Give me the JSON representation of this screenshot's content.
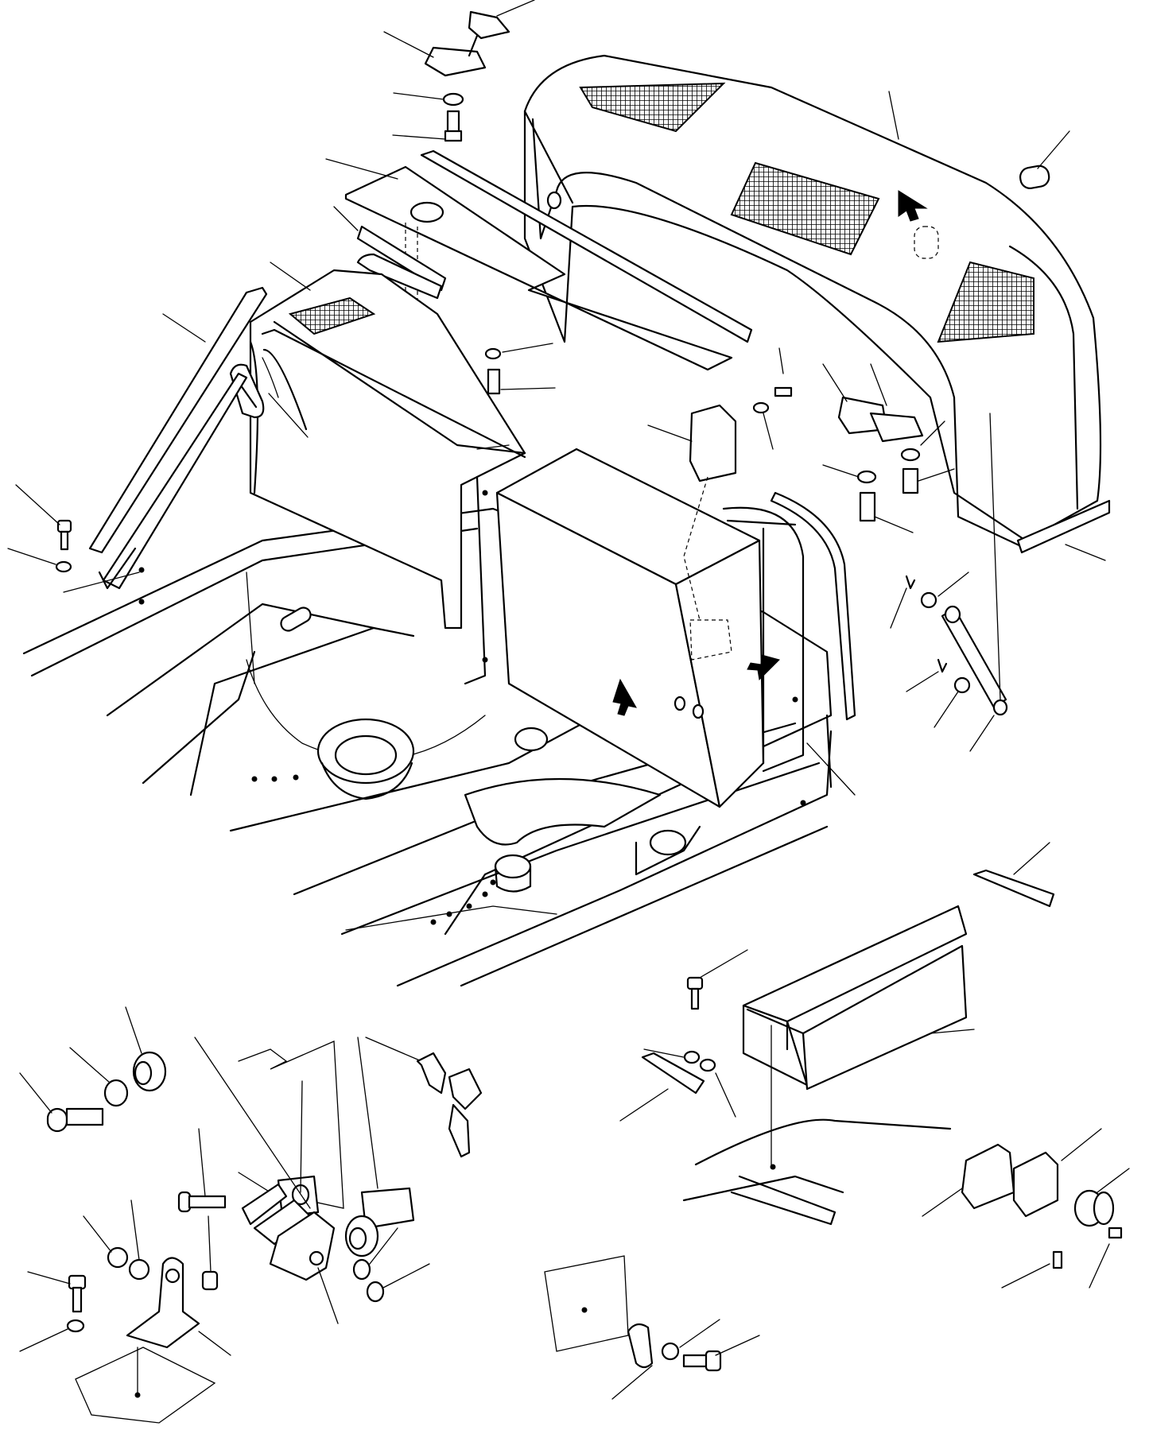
{
  "drawing": {
    "kind": "exploded-parts-illustration",
    "line_color": "#000000",
    "background": "#ffffff",
    "text_labels": []
  },
  "components": [
    {
      "name": "counterweight-hood",
      "icon": "hood-with-grilles"
    },
    {
      "name": "side-cover-panel",
      "icon": "panel-with-grille"
    },
    {
      "name": "battery-box",
      "icon": "box"
    },
    {
      "name": "top-plate",
      "icon": "plate"
    },
    {
      "name": "gas-spring",
      "icon": "strut"
    },
    {
      "name": "hinge-assembly",
      "icon": "hinge"
    },
    {
      "name": "lock-cylinder-with-keys",
      "icon": "key"
    },
    {
      "name": "latch-assembly",
      "icon": "latch"
    },
    {
      "name": "tool-box-channel",
      "icon": "channel"
    },
    {
      "name": "rubber-seal-strips",
      "icon": "strip"
    },
    {
      "name": "bolts-washers-nuts",
      "icon": "fastener"
    },
    {
      "name": "upper-frame",
      "icon": "frame"
    }
  ]
}
